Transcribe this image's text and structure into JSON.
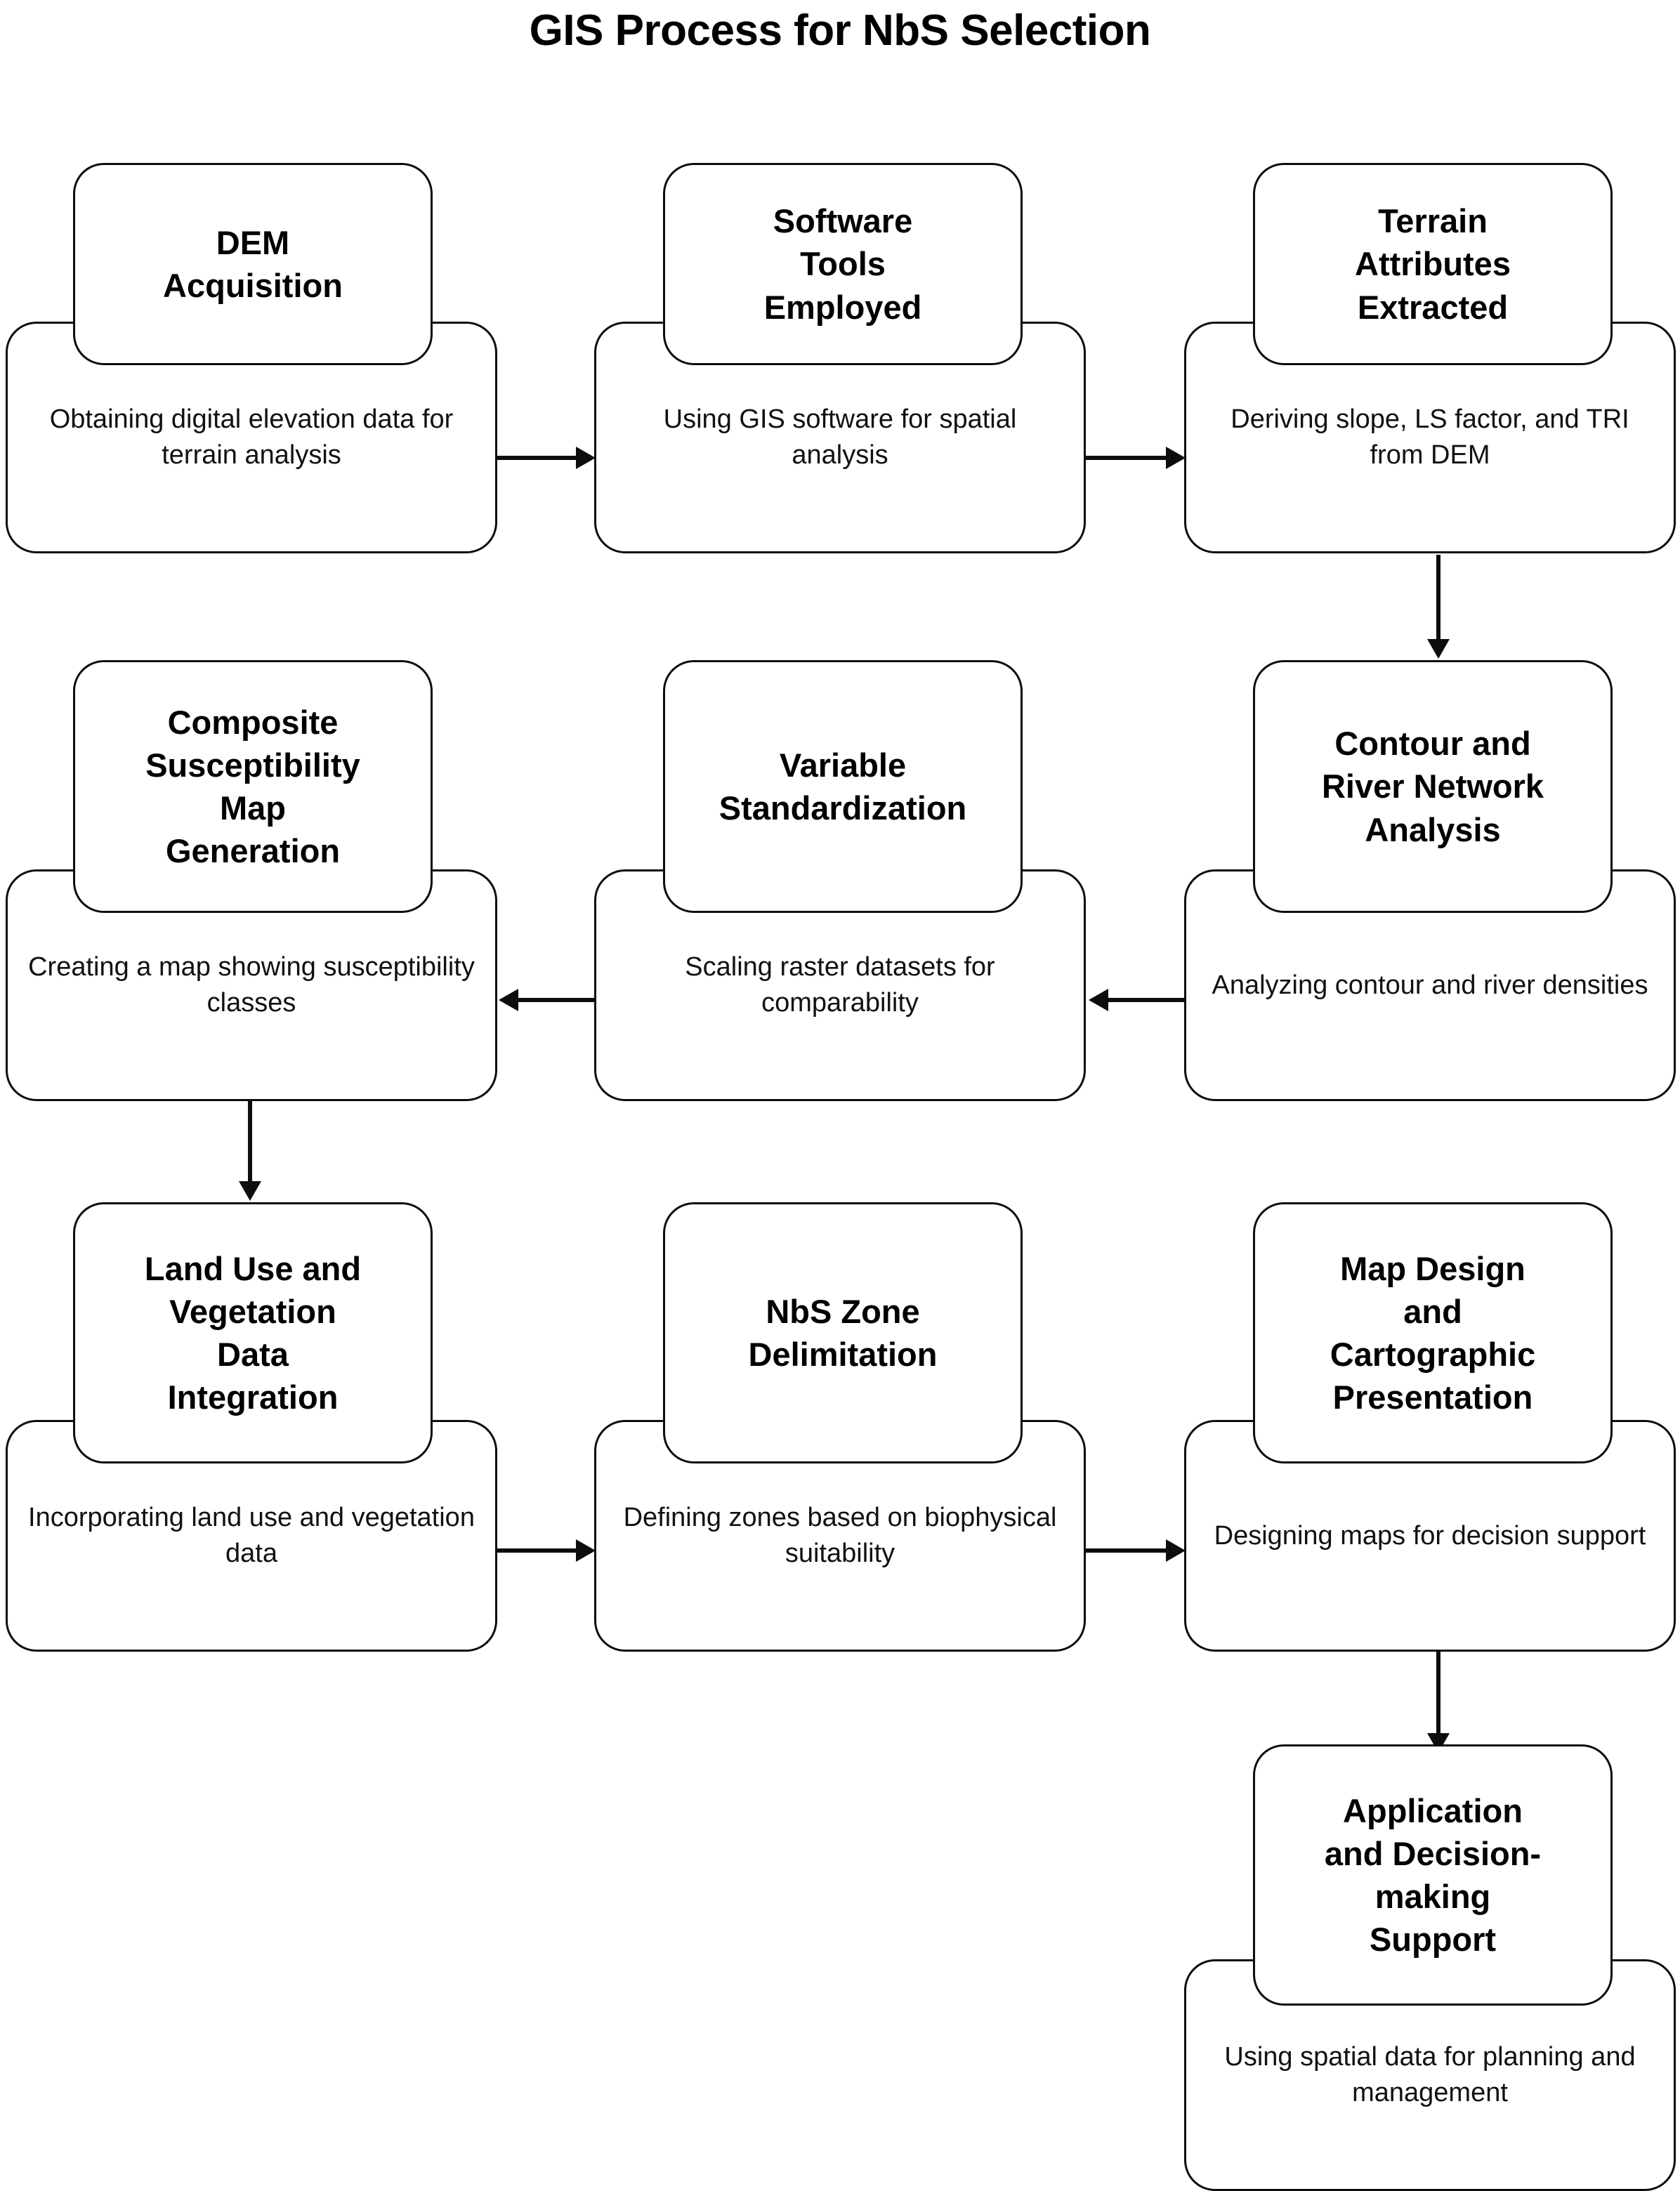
{
  "page": {
    "title": "GIS Process for NbS Selection",
    "background_color": "#ffffff",
    "stroke_color": "#0d0d0d",
    "text_color": "#000000"
  },
  "diagram": {
    "type": "flowchart",
    "direction": "snake: row1 left-to-right, row2 right-to-left, row3 left-to-right, then down",
    "nodes": [
      {
        "id": "dem-acquisition",
        "title": "DEM\nAcquisition",
        "title_lines": [
          "DEM",
          "Acquisition"
        ],
        "description": "Obtaining digital elevation data for terrain analysis",
        "row": 1,
        "column": 1
      },
      {
        "id": "software-tools-employed",
        "title": "Software\nTools\nEmployed",
        "title_lines": [
          "Software",
          "Tools",
          "Employed"
        ],
        "description": "Using GIS software for spatial analysis",
        "row": 1,
        "column": 2
      },
      {
        "id": "terrain-attributes-extracted",
        "title": "Terrain\nAttributes\nExtracted",
        "title_lines": [
          "Terrain",
          "Attributes",
          "Extracted"
        ],
        "description": "Deriving slope, LS factor, and TRI from DEM",
        "row": 1,
        "column": 3
      },
      {
        "id": "contour-and-river-network-analysis",
        "title": "Contour and\nRiver Network\nAnalysis",
        "title_lines": [
          "Contour and",
          "River Network",
          "Analysis"
        ],
        "description": "Analyzing contour and river densities",
        "row": 2,
        "column": 3
      },
      {
        "id": "variable-standardization",
        "title": "Variable\nStandardization",
        "title_lines": [
          "Variable",
          "Standardization"
        ],
        "description": "Scaling raster datasets for comparability",
        "row": 2,
        "column": 2
      },
      {
        "id": "composite-susceptibility-map-generation",
        "title": "Composite\nSusceptibility\nMap\nGeneration",
        "title_lines": [
          "Composite",
          "Susceptibility",
          "Map",
          "Generation"
        ],
        "description": "Creating a map showing susceptibility classes",
        "row": 2,
        "column": 1
      },
      {
        "id": "land-use-and-vegetation-data-integration",
        "title": "Land Use and\nVegetation\nData\nIntegration",
        "title_lines": [
          "Land Use and",
          "Vegetation",
          "Data",
          "Integration"
        ],
        "description": "Incorporating land use and vegetation data",
        "row": 3,
        "column": 1
      },
      {
        "id": "nbs-zone-delimitation",
        "title": "NbS Zone\nDelimitation",
        "title_lines": [
          "NbS Zone",
          "Delimitation"
        ],
        "description": "Defining zones based on biophysical suitability",
        "row": 3,
        "column": 2
      },
      {
        "id": "map-design-and-cartographic-presentation",
        "title": "Map Design\nand\nCartographic\nPresentation",
        "title_lines": [
          "Map Design",
          "and",
          "Cartographic",
          "Presentation"
        ],
        "description": "Designing maps for decision support",
        "row": 3,
        "column": 3
      },
      {
        "id": "application-and-decision-making-support",
        "title": "Application\nand Decision-\nmaking\nSupport",
        "title_lines": [
          "Application",
          "and Decision-",
          "making",
          "Support"
        ],
        "description": "Using spatial data for planning and management",
        "row": 4,
        "column": 3
      }
    ],
    "edges": [
      {
        "from": "dem-acquisition",
        "to": "software-tools-employed",
        "direction": "right"
      },
      {
        "from": "software-tools-employed",
        "to": "terrain-attributes-extracted",
        "direction": "right"
      },
      {
        "from": "terrain-attributes-extracted",
        "to": "contour-and-river-network-analysis",
        "direction": "down"
      },
      {
        "from": "contour-and-river-network-analysis",
        "to": "variable-standardization",
        "direction": "left"
      },
      {
        "from": "variable-standardization",
        "to": "composite-susceptibility-map-generation",
        "direction": "left"
      },
      {
        "from": "composite-susceptibility-map-generation",
        "to": "land-use-and-vegetation-data-integration",
        "direction": "down"
      },
      {
        "from": "land-use-and-vegetation-data-integration",
        "to": "nbs-zone-delimitation",
        "direction": "right"
      },
      {
        "from": "nbs-zone-delimitation",
        "to": "map-design-and-cartographic-presentation",
        "direction": "right"
      },
      {
        "from": "map-design-and-cartographic-presentation",
        "to": "application-and-decision-making-support",
        "direction": "down"
      }
    ]
  }
}
